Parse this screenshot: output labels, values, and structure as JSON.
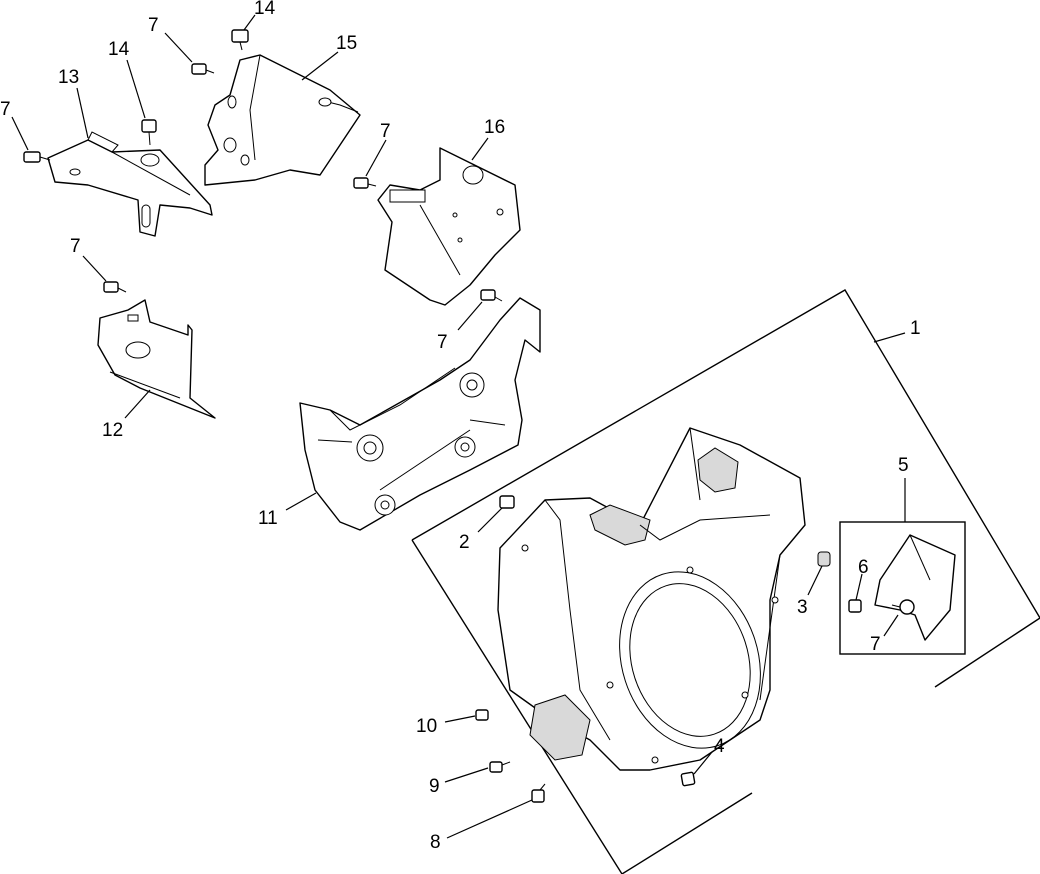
{
  "diagram": {
    "style": "exploded-parts-line-drawing",
    "callouts": {
      "c14a": "14",
      "c7a": "7",
      "c15": "15",
      "c14b": "14",
      "c13": "13",
      "c7b": "7",
      "c7c": "7",
      "c16": "16",
      "c7d": "7",
      "c7e": "7",
      "c1": "1",
      "c12": "12",
      "c11": "11",
      "c5": "5",
      "c2": "2",
      "c6": "6",
      "c3": "3",
      "c7f": "7",
      "c10": "10",
      "c4": "4",
      "c9": "9",
      "c8": "8"
    }
  }
}
